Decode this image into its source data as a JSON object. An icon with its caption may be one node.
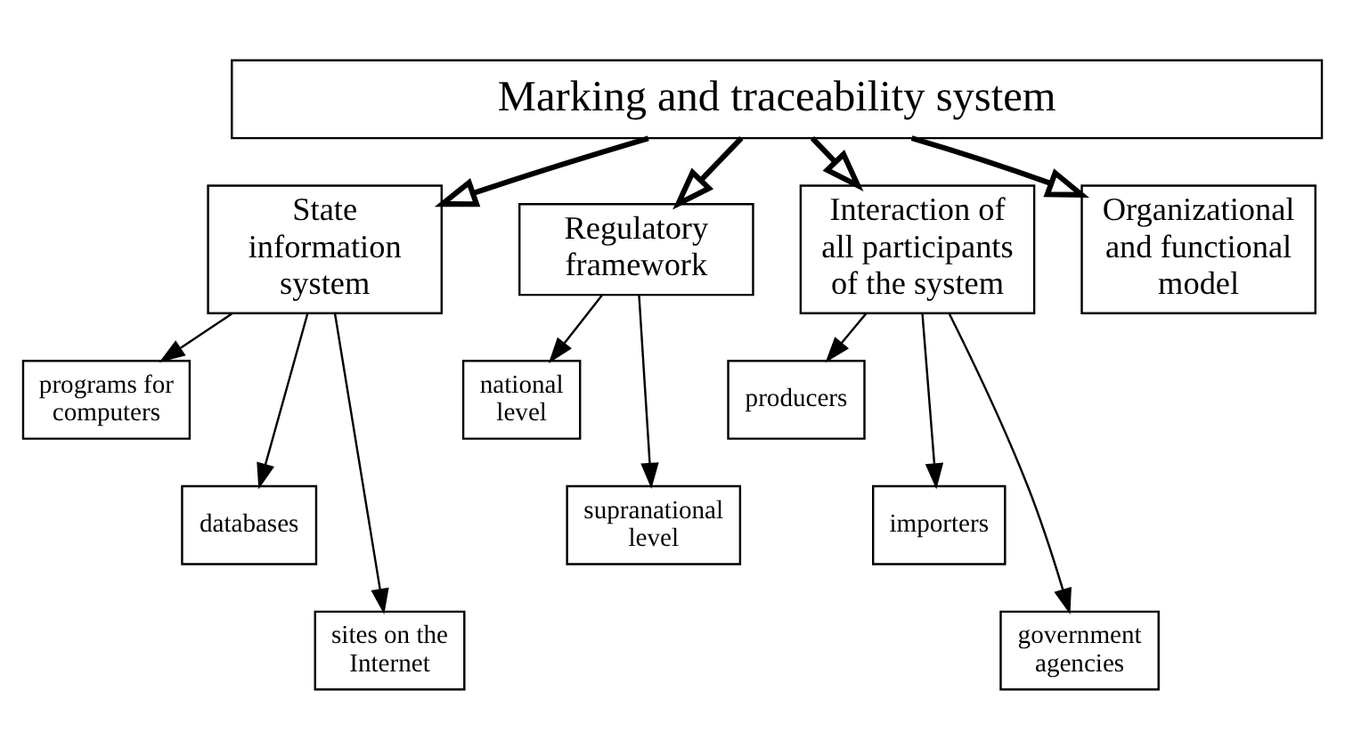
{
  "diagram": {
    "nodes": [
      {
        "text": [
          "Marking and traceability system"
        ]
      },
      {
        "text": [
          "State information system"
        ]
      },
      {
        "text": [
          "Regulatory framework"
        ]
      },
      {
        "text": [
          "Interaction of all participants of the system"
        ]
      },
      {
        "text": [
          "Organizational and functional model"
        ]
      },
      {
        "text": [
          "programs for computers"
        ]
      },
      {
        "text": [
          "databases"
        ]
      },
      {
        "text": [
          "sites on the Internet"
        ]
      },
      {
        "text": [
          "national level"
        ]
      },
      {
        "text": [
          "supranational level"
        ]
      },
      {
        "text": [
          "producers"
        ]
      },
      {
        "text": [
          "importers"
        ]
      },
      {
        "text": [
          "government agencies"
        ]
      }
    ],
    "edges": [
      {
        "from": 0,
        "to": 1,
        "arrow": "to",
        "style": "thick"
      },
      {
        "from": 0,
        "to": 2,
        "arrow": "to",
        "style": "thick"
      },
      {
        "from": 0,
        "to": 3,
        "arrow": "to",
        "style": "thick"
      },
      {
        "from": 0,
        "to": 4,
        "arrow": "to",
        "style": "thick"
      },
      {
        "from": 1,
        "to": 5,
        "arrow": "to"
      },
      {
        "from": 1,
        "to": 6,
        "arrow": "to"
      },
      {
        "from": 1,
        "to": 7,
        "arrow": "to"
      },
      {
        "from": 2,
        "to": 8,
        "arrow": "to"
      },
      {
        "from": 2,
        "to": 9,
        "arrow": "to"
      },
      {
        "from": 3,
        "to": 10,
        "arrow": "to"
      },
      {
        "from": 3,
        "to": 11,
        "arrow": "to"
      },
      {
        "from": 3,
        "to": 12,
        "arrow": "to"
      }
    ]
  }
}
